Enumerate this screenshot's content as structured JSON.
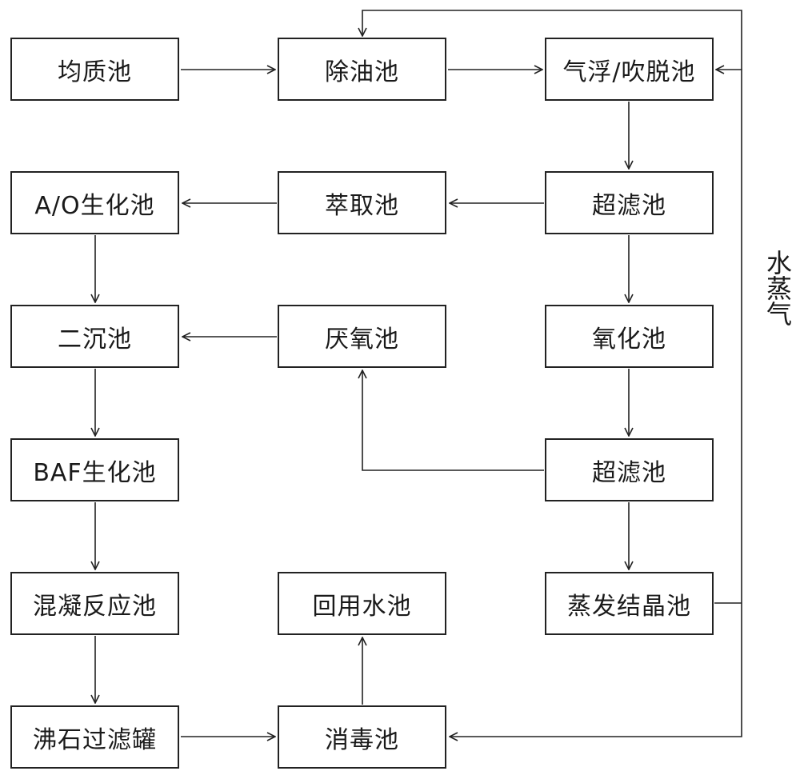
{
  "nodes": {
    "homogenization_tank": "均质池",
    "oil_removal_tank": "除油池",
    "flotation_stripping_tank": "气浮/吹脱池",
    "ao_biochemical_tank": "A/O生化池",
    "extraction_tank": "萃取池",
    "ultrafiltration_tank_1": "超滤池",
    "secondary_sedimentation_tank": "二沉池",
    "anaerobic_tank": "厌氧池",
    "oxidation_tank": "氧化池",
    "baf_biochemical_tank": "BAF生化池",
    "ultrafiltration_tank_2": "超滤池",
    "coagulation_reaction_tank": "混凝反应池",
    "reuse_water_tank": "回用水池",
    "evaporation_crystallization_tank": "蒸发结晶池",
    "zeolite_filter_tank": "沸石过滤罐",
    "disinfection_tank": "消毒池"
  },
  "labels": {
    "steam": "水蒸气"
  },
  "colors": {
    "line": "#222222",
    "box_border": "#222222",
    "text": "#1a1a1a"
  }
}
